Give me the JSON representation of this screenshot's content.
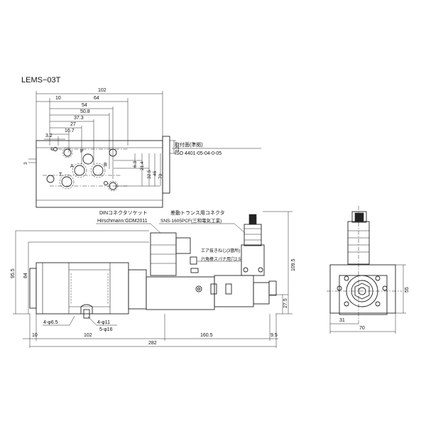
{
  "model": "LEMS−03T",
  "top_view": {
    "overall_width": "102",
    "dims_horizontal": [
      "10",
      "64",
      "54",
      "50.8",
      "37.3",
      "27",
      "16.7",
      "3.2"
    ],
    "dims_vertical": [
      "12",
      "6.3",
      "21.4",
      "32.5",
      "46",
      "70",
      "3"
    ],
    "ports": [
      "P",
      "A",
      "B",
      "T"
    ],
    "mounting_title": "取付面(準拠)",
    "mounting_standard": "ISO 4401-05-04-0-05"
  },
  "front_view": {
    "connector1_name": "DINコネクタソケット",
    "connector1_model": "Hirschmann:GDM2011",
    "connector2_name": "差動トランス用コネクタ",
    "connector2_model": "SNS-1605PCF(三和電気工業)",
    "air_vent": "エア抜きねじ(3箇所)",
    "hex_key": "六角棒スパナ用穴2.5",
    "height_total": "95.5",
    "height_body": "84",
    "height_right": "109.5",
    "height_27": "27.5",
    "hole_a": "4-φ6.5",
    "hole_b": "4-φ11",
    "hole_c": "5-φ16",
    "dim_left": "10",
    "dim_102": "102",
    "dim_160": "160.5",
    "dim_9": "9.5",
    "dim_total": "282"
  },
  "side_view": {
    "height": "55",
    "width_31": "31",
    "width_70": "70"
  }
}
